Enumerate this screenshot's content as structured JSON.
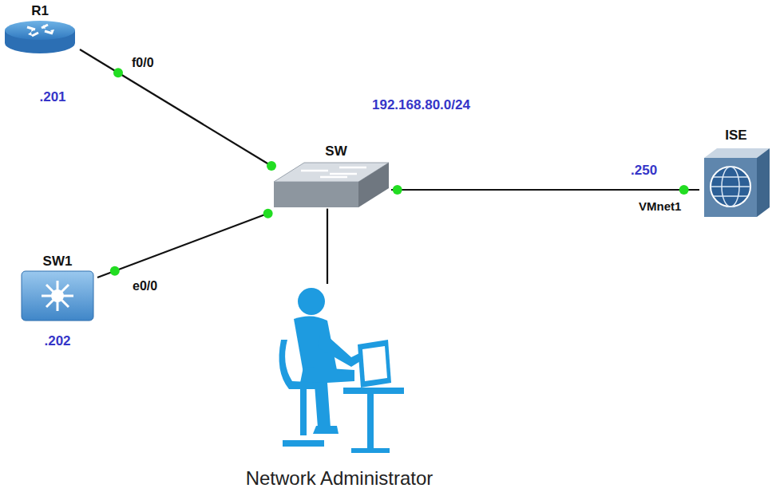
{
  "diagram": {
    "nodes": [
      {
        "text": [
          "R1",
          ".201"
        ]
      },
      {
        "text": [
          "SW"
        ]
      },
      {
        "text": [
          "SW1",
          ".202"
        ]
      },
      {
        "text": [
          "ISE"
        ]
      },
      {
        "text": [
          "Network Administrator"
        ]
      }
    ],
    "edges": [
      {
        "from": 0,
        "to": 1,
        "arrow": "none"
      },
      {
        "from": 2,
        "to": 1,
        "arrow": "none"
      },
      {
        "from": 1,
        "to": 3,
        "arrow": "none"
      },
      {
        "from": 1,
        "to": 4,
        "arrow": "none"
      }
    ],
    "labels": [
      "f0/0",
      "e0/0",
      "192.168.80.0/24",
      ".250",
      "VMnet1"
    ]
  }
}
